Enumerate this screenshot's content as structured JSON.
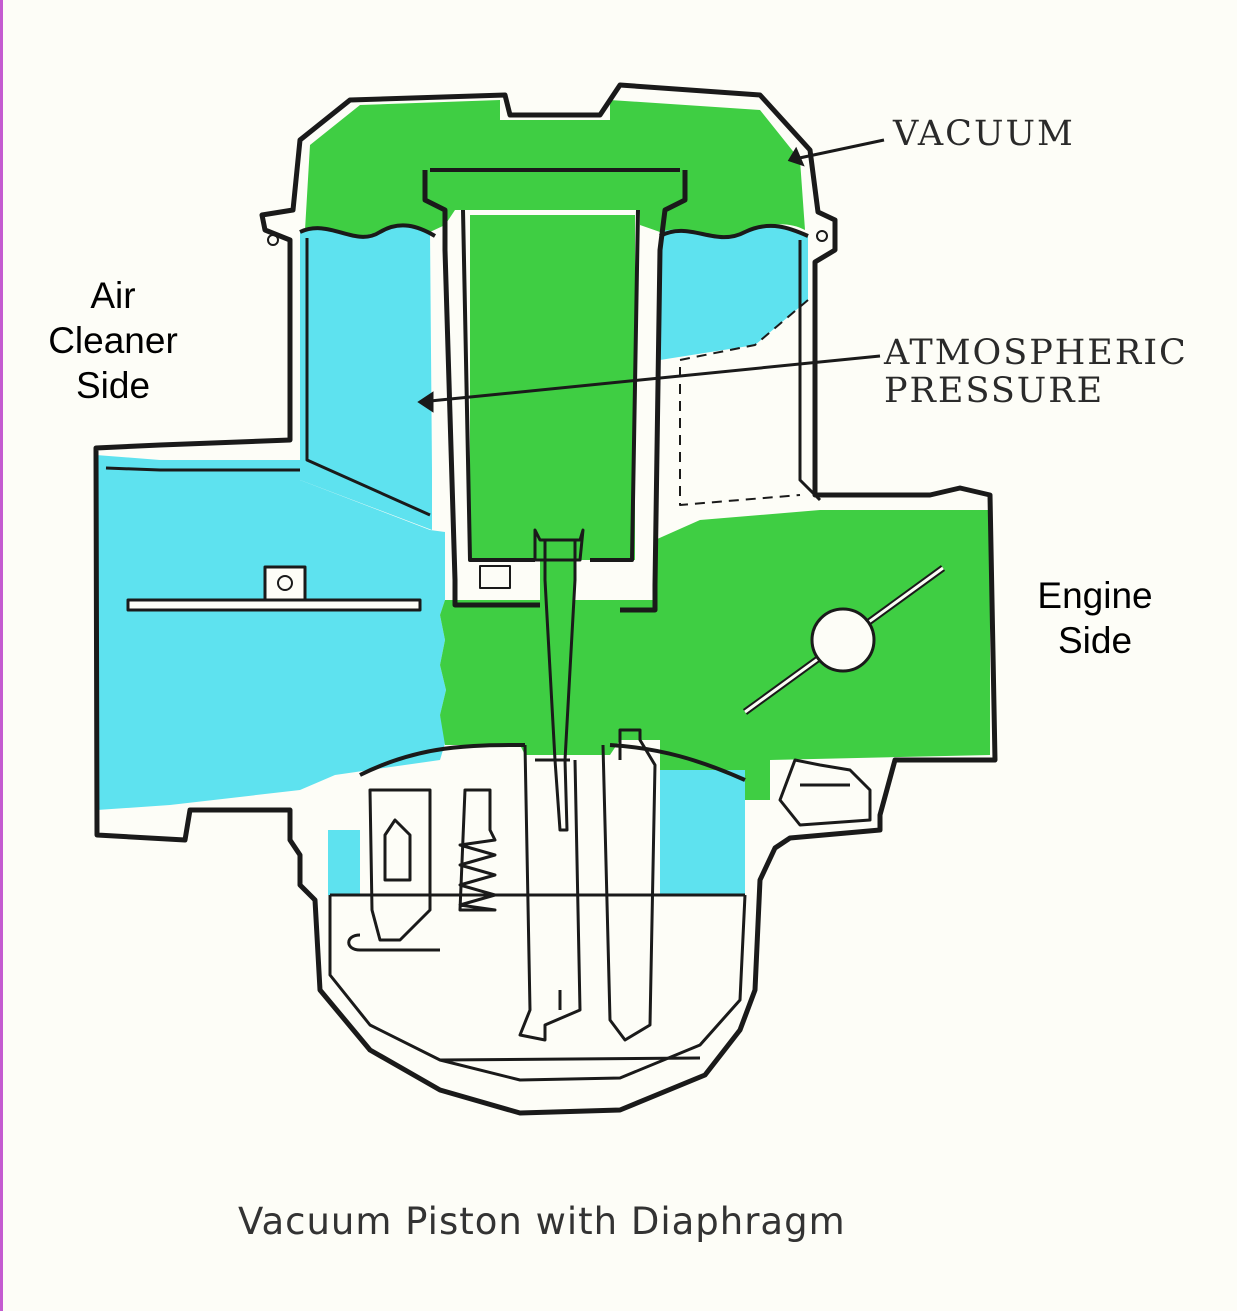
{
  "labels": {
    "vacuum": "VACUUM",
    "atmospheric_line1": "ATMOSPHERIC",
    "atmospheric_line2": "PRESSURE",
    "air_cleaner_line1": "Air",
    "air_cleaner_line2": "Cleaner",
    "air_cleaner_line3": "Side",
    "engine_line1": "Engine",
    "engine_line2": "Side",
    "caption": "Vacuum Piston with Diaphragm"
  },
  "colors": {
    "vacuum_region": "#3fce43",
    "atmospheric_region": "#5ee2ef",
    "outline": "#1a1a1a",
    "page_edge": "#c45bd0"
  }
}
